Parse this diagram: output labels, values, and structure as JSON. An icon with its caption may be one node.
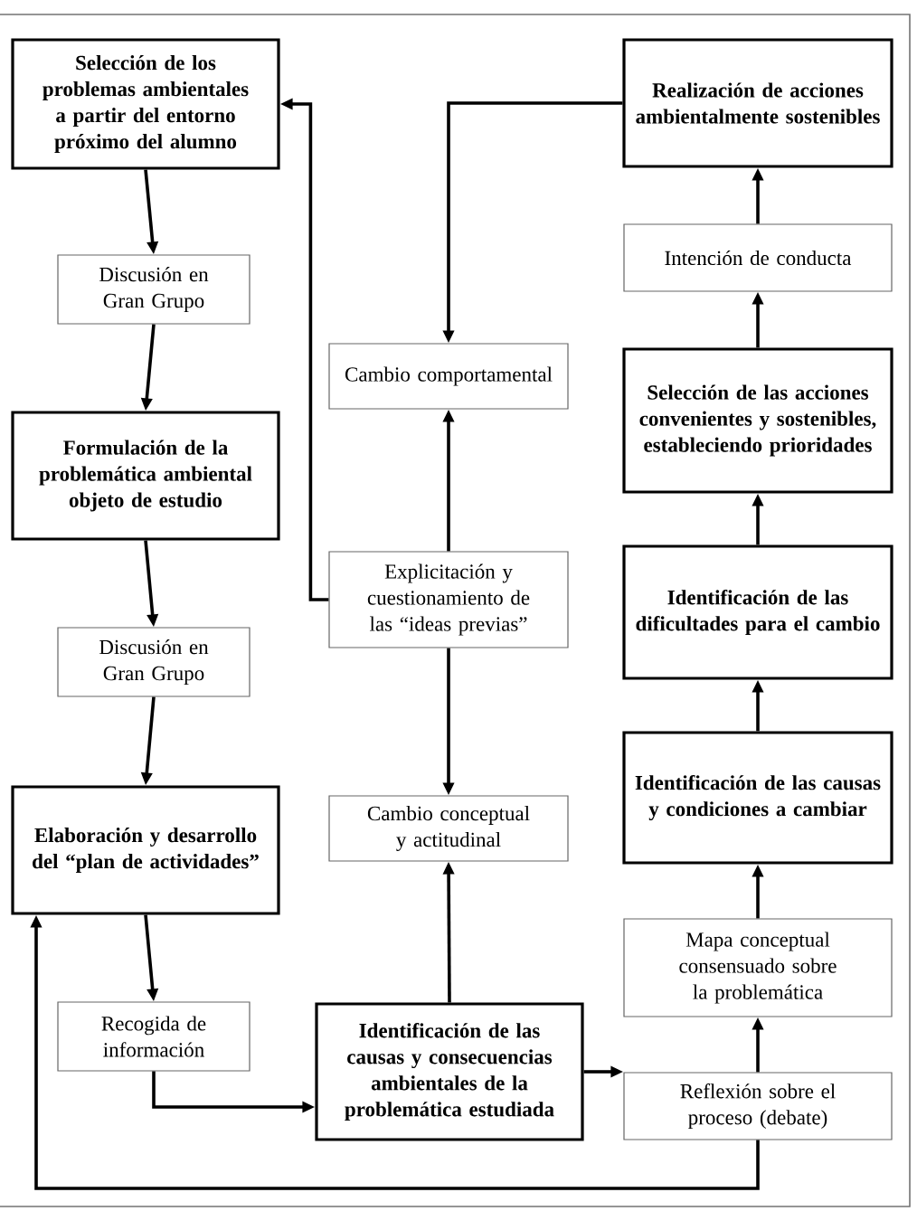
{
  "diagram": {
    "nodes": [
      {
        "text": [
          "Selección de los problemas ambientales a partir del entorno próximo del alumno"
        ]
      },
      {
        "text": [
          "Discusión en Gran Grupo"
        ]
      },
      {
        "text": [
          "Formulación de la problemática ambiental objeto de estudio"
        ]
      },
      {
        "text": [
          "Discusión en Gran Grupo"
        ]
      },
      {
        "text": [
          "Elaboración y desarrollo del “plan de actividades”"
        ]
      },
      {
        "text": [
          "Recogida de información"
        ]
      },
      {
        "text": [
          "Identificación de las causas y consecuencias ambientales de la problemática estudiada"
        ]
      },
      {
        "text": [
          "Cambio conceptual y actitudinal"
        ]
      },
      {
        "text": [
          "Explicitación y cuestionamiento de las “ideas previas”"
        ]
      },
      {
        "text": [
          "Cambio comportamental"
        ]
      },
      {
        "text": [
          "Realización de acciones ambientalmente sostenibles"
        ]
      },
      {
        "text": [
          "Intención de conducta"
        ]
      },
      {
        "text": [
          "Selección de las acciones convenientes y sostenibles, estableciendo prioridades"
        ]
      },
      {
        "text": [
          "Identificación de las dificultades para el cambio"
        ]
      },
      {
        "text": [
          "Identificación de las causas y condiciones a cambiar"
        ]
      },
      {
        "text": [
          "Mapa conceptual consensuado sobre la problemática"
        ]
      },
      {
        "text": [
          "Reflexión sobre el proceso (debate)"
        ]
      }
    ],
    "edges": [
      {
        "from": 0,
        "to": 1,
        "arrow": "to"
      },
      {
        "from": 1,
        "to": 2,
        "arrow": "to"
      },
      {
        "from": 2,
        "to": 3,
        "arrow": "to"
      },
      {
        "from": 3,
        "to": 4,
        "arrow": "to"
      },
      {
        "from": 4,
        "to": 5,
        "arrow": "to"
      },
      {
        "from": 5,
        "to": 6,
        "arrow": "to"
      },
      {
        "from": 6,
        "to": 7,
        "arrow": "to"
      },
      {
        "from": 8,
        "to": 7,
        "arrow": "to"
      },
      {
        "from": 8,
        "to": 9,
        "arrow": "to"
      },
      {
        "from": 8,
        "to": 0,
        "arrow": "to"
      },
      {
        "from": 10,
        "to": 9,
        "arrow": "to"
      },
      {
        "from": 6,
        "to": 16,
        "arrow": "to"
      },
      {
        "from": 16,
        "to": 15,
        "arrow": "to"
      },
      {
        "from": 15,
        "to": 14,
        "arrow": "to"
      },
      {
        "from": 14,
        "to": 13,
        "arrow": "to"
      },
      {
        "from": 13,
        "to": 12,
        "arrow": "to"
      },
      {
        "from": 12,
        "to": 11,
        "arrow": "to"
      },
      {
        "from": 11,
        "to": 10,
        "arrow": "to"
      },
      {
        "from": 16,
        "to": 4,
        "arrow": "to"
      }
    ]
  }
}
